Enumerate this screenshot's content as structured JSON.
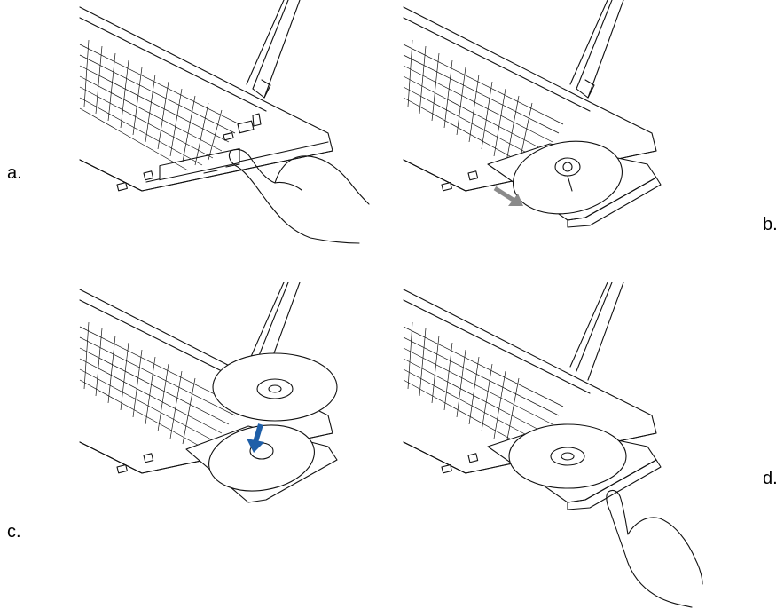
{
  "steps": [
    {
      "label": "a.",
      "action": "press-eject-button"
    },
    {
      "label": "b.",
      "action": "tray-opens"
    },
    {
      "label": "c.",
      "action": "place-disc"
    },
    {
      "label": "d.",
      "action": "close-tray"
    }
  ],
  "colors": {
    "line": "#111111",
    "arrow_gray": "#8a8a8a",
    "arrow_blue": "#1f5fa8",
    "background": "#ffffff"
  }
}
